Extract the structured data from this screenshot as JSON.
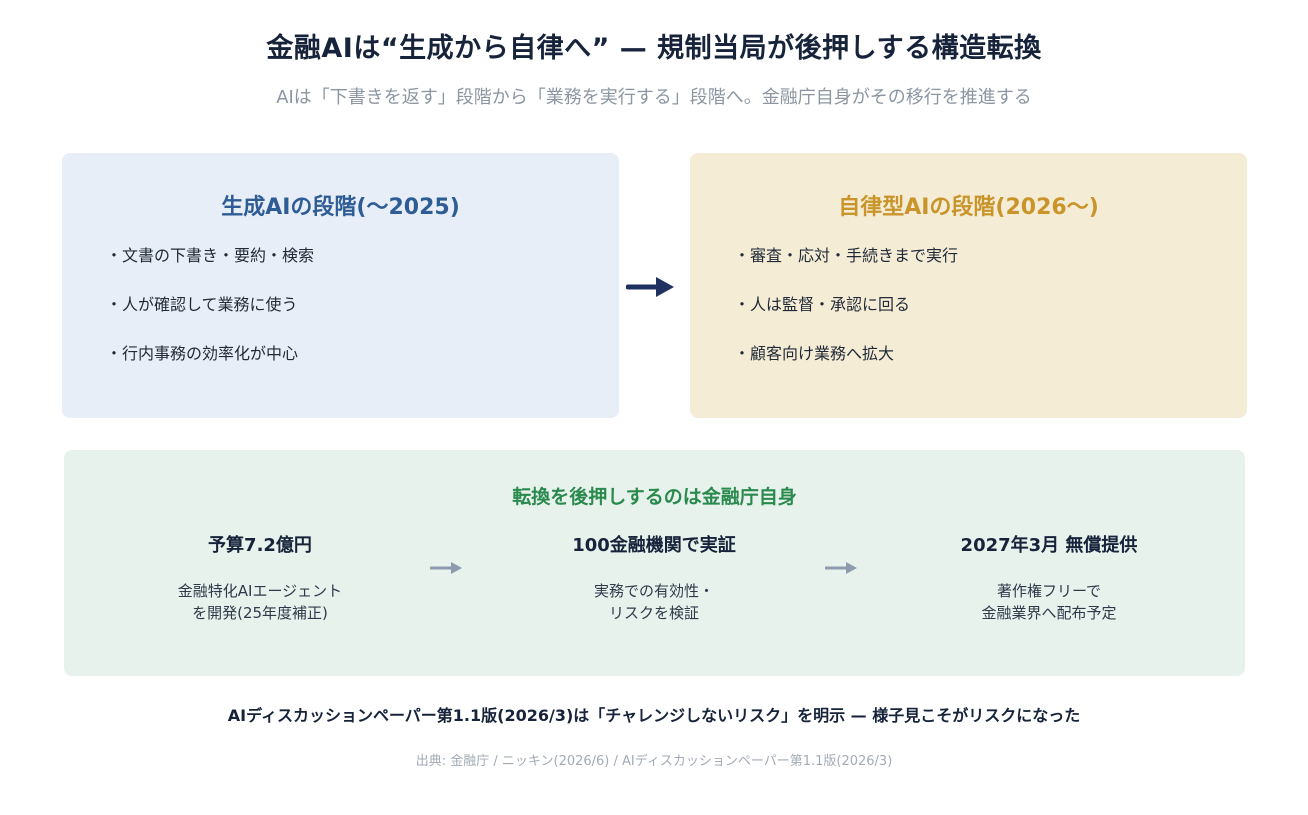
{
  "header": {
    "title": "金融AIは“生成から自律へ” — 規制当局が後押しする構造転換",
    "subtitle": "AIは「下書きを返す」段階から「業務を実行する」段階へ。金融庁自身がその移行を推進する"
  },
  "phases": [
    {
      "title": "生成AIの段階(〜2025)",
      "items": [
        "・文書の下書き・要約・検索",
        "・人が確認して業務に使う",
        "・行内事務の効率化が中心"
      ]
    },
    {
      "title": "自律型AIの段階(2026〜)",
      "items": [
        "・審査・応対・手続きまで実行",
        "・人は監督・承認に回る",
        "・顧客向け業務へ拡大"
      ]
    }
  ],
  "support": {
    "title": "転換を後押しするのは金融庁自身",
    "steps": [
      {
        "heading": "予算7.2億円",
        "desc": "金融特化AIエージェント\nを開発(25年度補正)"
      },
      {
        "heading": "100金融機関で実証",
        "desc": "実務での有効性・\nリスクを検証"
      },
      {
        "heading": "2027年3月 無償提供",
        "desc": "著作権フリーで\n金融業界へ配布予定"
      }
    ]
  },
  "conclusion": "AIディスカッションペーパー第1.1版(2026/3)は「チャレンジしないリスク」を明示 — 様子見こそがリスクになった",
  "source": "出典: 金融庁 / ニッキン(2026/6) / AIディスカッションペーパー第1.1版(2026/3)",
  "colors": {
    "left_accent": "#2e5d96",
    "right_accent": "#c9952a",
    "support_accent": "#2a8a4e",
    "main_arrow": "#1f3160",
    "step_arrow": "#8e9aae"
  },
  "icons": {
    "phase_transition": "arrow-right-icon",
    "step_transition": "arrow-right-icon"
  }
}
